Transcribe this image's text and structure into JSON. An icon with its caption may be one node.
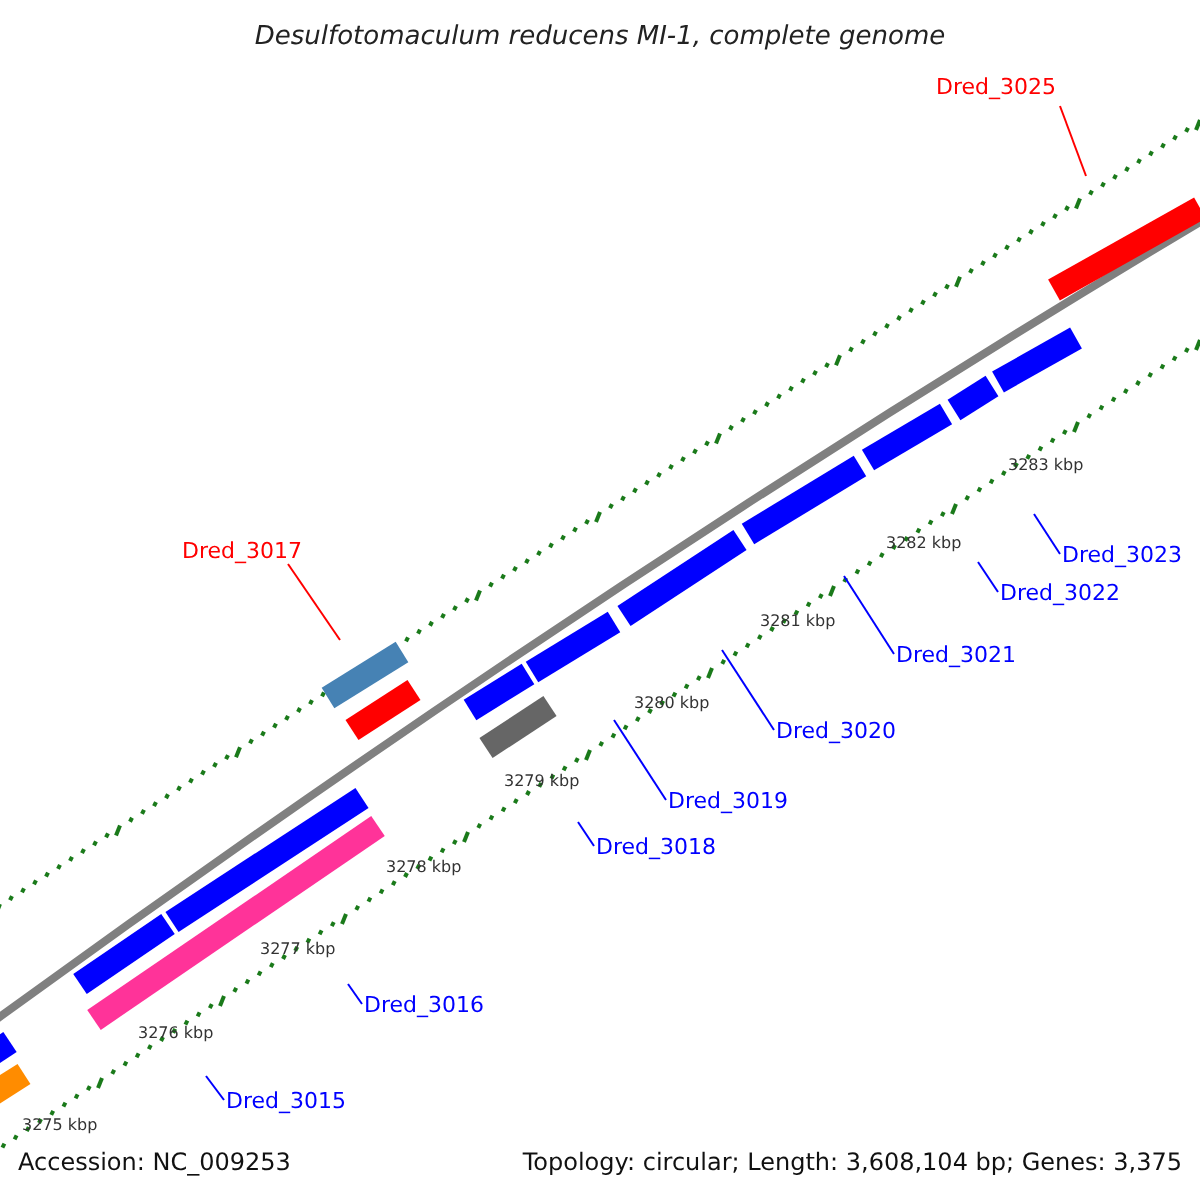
{
  "diagram": {
    "title": "Desulfotomaculum reducens MI-1, complete genome",
    "nodes": [
      {
        "text": [
          "Dred_3025"
        ]
      },
      {
        "text": [
          "Dred_3017"
        ]
      },
      {
        "text": [
          "Dred_3023"
        ]
      },
      {
        "text": [
          "Dred_3022"
        ]
      },
      {
        "text": [
          "Dred_3021"
        ]
      },
      {
        "text": [
          "Dred_3020"
        ]
      },
      {
        "text": [
          "Dred_3019"
        ]
      },
      {
        "text": [
          "Dred_3018"
        ]
      },
      {
        "text": [
          "Dred_3016"
        ]
      },
      {
        "text": [
          "Dred_3015"
        ]
      }
    ],
    "edges": [
      {
        "from": 0,
        "to": null,
        "arrow": "none",
        "color": "#ff0000"
      },
      {
        "from": 1,
        "to": null,
        "arrow": "none",
        "color": "#ff0000"
      },
      {
        "from": 2,
        "to": null,
        "arrow": "none"
      },
      {
        "from": 3,
        "to": null,
        "arrow": "none"
      },
      {
        "from": 4,
        "to": null,
        "arrow": "none"
      },
      {
        "from": 5,
        "to": null,
        "arrow": "none"
      },
      {
        "from": 6,
        "to": null,
        "arrow": "none"
      },
      {
        "from": 7,
        "to": null,
        "arrow": "none"
      },
      {
        "from": 8,
        "to": null,
        "arrow": "none"
      },
      {
        "from": 9,
        "to": null,
        "arrow": "none"
      }
    ],
    "labels": [
      "3283 kbp",
      "3282 kbp",
      "3281 kbp",
      "3280 kbp",
      "3279 kbp",
      "3278 kbp",
      "3277 kbp",
      "3276 kbp",
      "3275 kbp",
      "Accession: NC_009253",
      "Topology: circular; Length: 3,608,104 bp; Genes: 3,375"
    ]
  }
}
